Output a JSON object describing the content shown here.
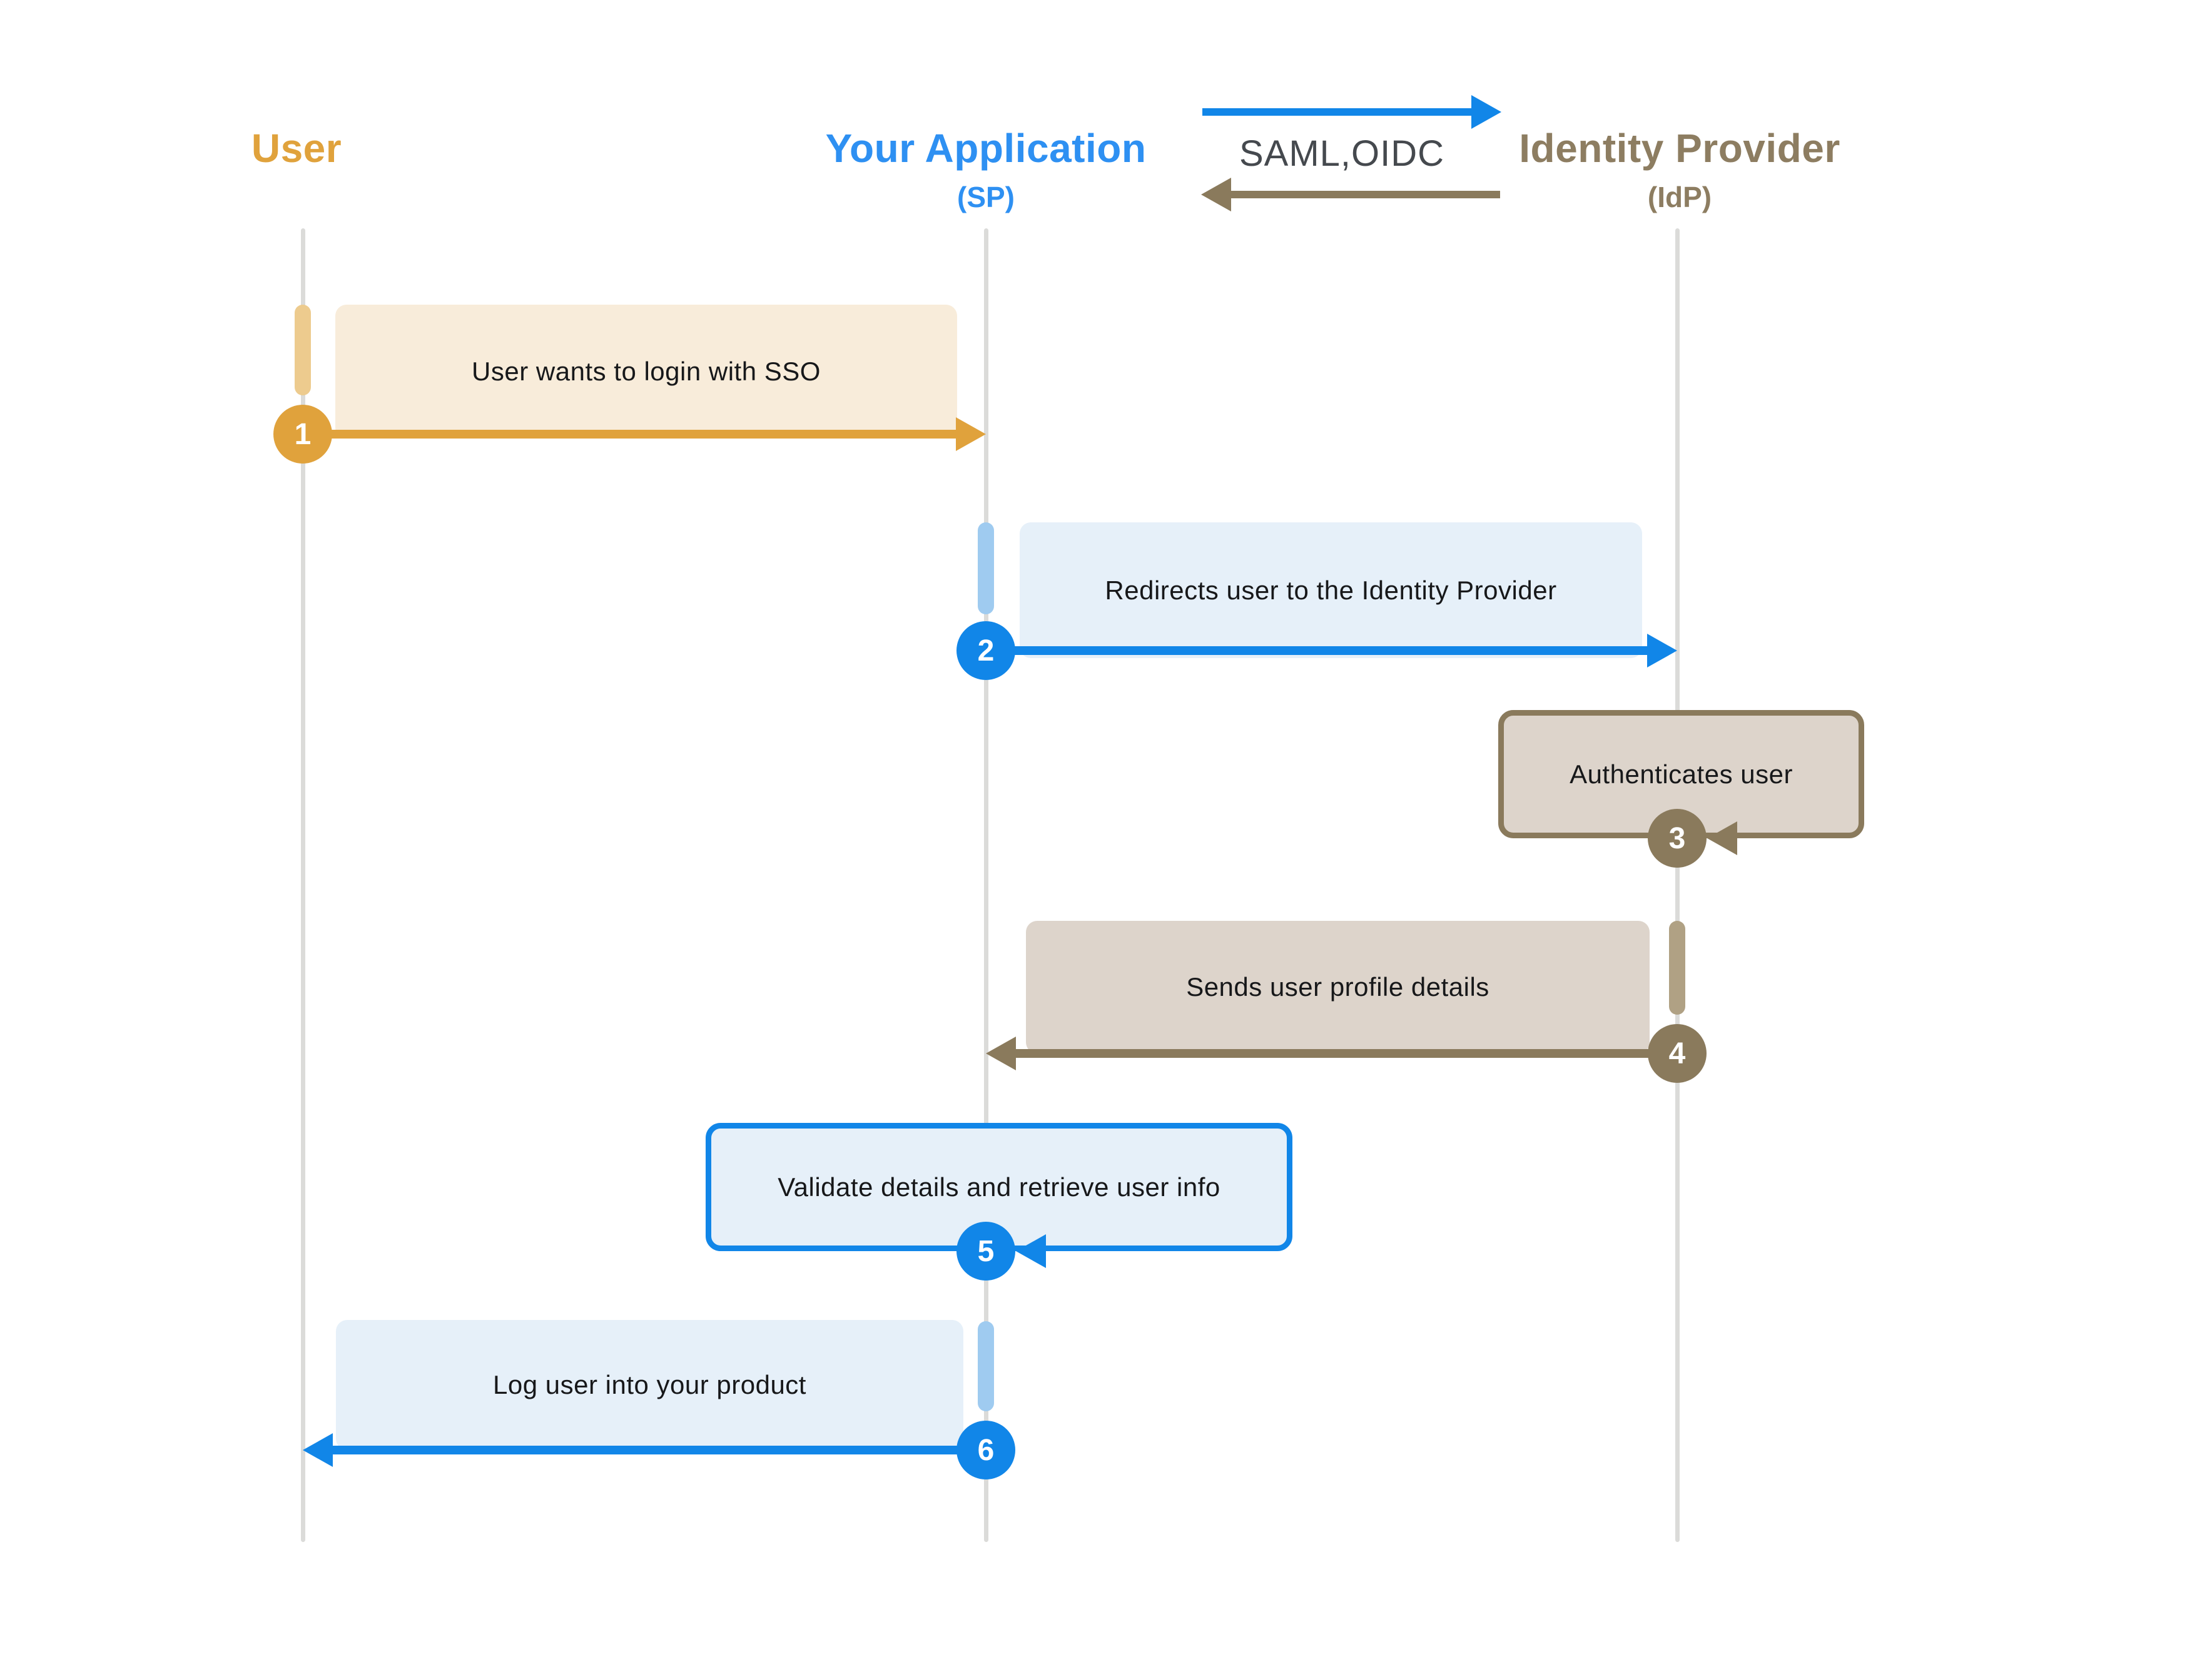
{
  "diagram_type": "sequence-diagram",
  "topic": "Single sign-on login flow",
  "actors": [
    {
      "id": "user",
      "label": "User",
      "color": "#E0A23C"
    },
    {
      "id": "app",
      "label": "Your Application",
      "sublabel": "(SP)",
      "color": "#2E90F2"
    },
    {
      "id": "idp",
      "label": "Identity Provider",
      "sublabel": "(IdP)",
      "color": "#8D7D61"
    }
  ],
  "protocol": {
    "label": "SAML,OIDC",
    "text_color": "#45494E",
    "request_arrow_color": "#1186E8",
    "response_arrow_color": "#8A7A5C"
  },
  "steps": [
    {
      "number": "1",
      "label": "User wants to login with SSO",
      "from": "user",
      "to": "app",
      "color": "#E0A23C",
      "box_fill": "#F8ECDA"
    },
    {
      "number": "2",
      "label": "Redirects user to the Identity Provider",
      "from": "app",
      "to": "idp",
      "color": "#1186E8",
      "box_fill": "#E6F0F9"
    },
    {
      "number": "3",
      "label": "Authenticates user",
      "from": "idp",
      "to": "idp",
      "color": "#8A7A5C",
      "box_fill": "#DDD4CB",
      "box_border": "#8A7A5C"
    },
    {
      "number": "4",
      "label": "Sends user profile details",
      "from": "idp",
      "to": "app",
      "color": "#8A7A5C",
      "box_fill": "#DDD4CB"
    },
    {
      "number": "5",
      "label": "Validate details and retrieve user info",
      "from": "idp",
      "to": "app",
      "color": "#1186E8",
      "box_fill": "#E6F0F9",
      "box_border": "#1186E8"
    },
    {
      "number": "6",
      "label": "Log user into your product",
      "from": "app",
      "to": "user",
      "color": "#1186E8",
      "box_fill": "#E6F0F9"
    }
  ],
  "colors": {
    "background": "#FFFFFF",
    "lifeline": "#DBDBD9",
    "user_activation": "#EDCB8E",
    "app_activation": "#9FCBF0",
    "idp_activation": "#B0A184",
    "label_text": "#17181A"
  }
}
